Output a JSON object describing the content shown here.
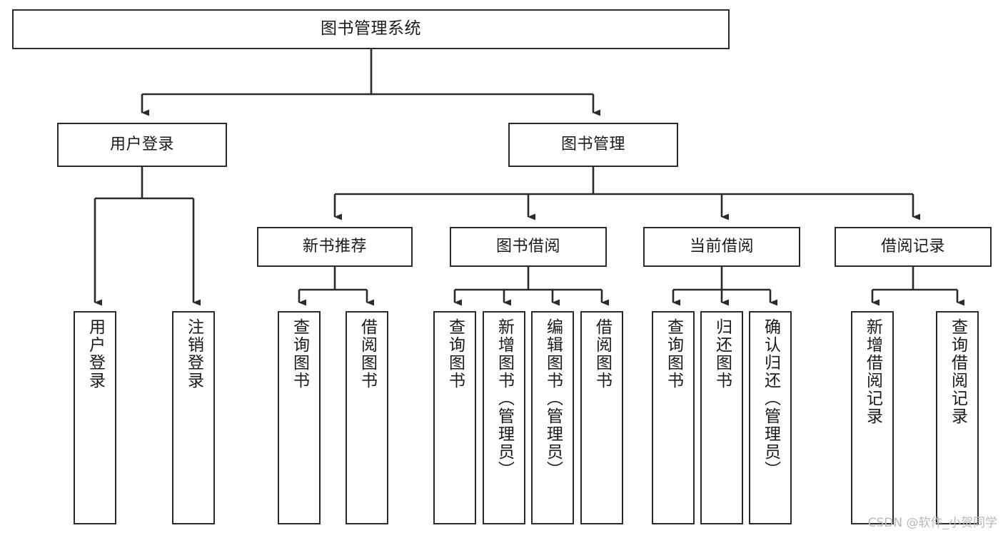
{
  "diagram": {
    "title": "图书管理系统",
    "type": "tree-structure-chart",
    "watermark": "CSDN @软件_小贺同学",
    "colors": {
      "stroke": "#2b2b2b",
      "fill": "#ffffff",
      "text": "#1a1a1a",
      "watermark": "#b9b9b9"
    },
    "nodes": {
      "root": {
        "label": "图书管理系统"
      },
      "level1": [
        {
          "id": "user-login",
          "label": "用户登录"
        },
        {
          "id": "book-manage",
          "label": "图书管理"
        }
      ],
      "level2": [
        {
          "id": "new-book-recommend",
          "label": "新书推荐"
        },
        {
          "id": "book-borrow",
          "label": "图书借阅"
        },
        {
          "id": "current-borrow",
          "label": "当前借阅"
        },
        {
          "id": "borrow-record",
          "label": "借阅记录"
        }
      ],
      "leaves": {
        "user-login": [
          {
            "id": "leaf-user-login",
            "label": "用户登录"
          },
          {
            "id": "leaf-logout",
            "label": "注销登录"
          }
        ],
        "new-book-recommend": [
          {
            "id": "leaf-query-book-1",
            "label": "查询图书"
          },
          {
            "id": "leaf-borrow-book-1",
            "label": "借阅图书"
          }
        ],
        "book-borrow": [
          {
            "id": "leaf-query-book-2",
            "label": "查询图书"
          },
          {
            "id": "leaf-add-book",
            "label": "新增图书（管理员）"
          },
          {
            "id": "leaf-edit-book",
            "label": "编辑图书（管理员）"
          },
          {
            "id": "leaf-borrow-book-2",
            "label": "借阅图书"
          }
        ],
        "current-borrow": [
          {
            "id": "leaf-query-book-3",
            "label": "查询图书"
          },
          {
            "id": "leaf-return-book",
            "label": "归还图书"
          },
          {
            "id": "leaf-confirm-return",
            "label": "确认归还（管理员）"
          }
        ],
        "borrow-record": [
          {
            "id": "leaf-add-record",
            "label": "新增借阅记录"
          },
          {
            "id": "leaf-query-record",
            "label": "查询借阅记录"
          }
        ]
      }
    }
  }
}
